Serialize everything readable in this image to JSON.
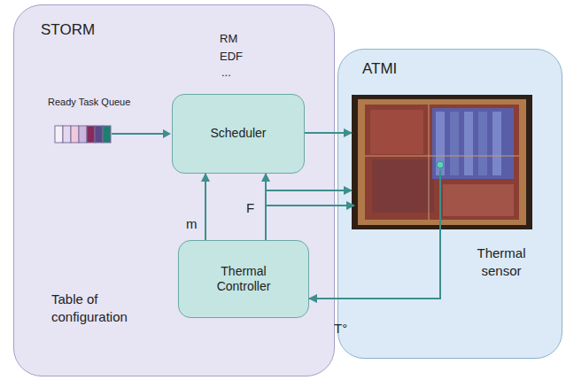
{
  "diagram": {
    "nodes": [
      {
        "text": [
          "STORM"
        ]
      },
      {
        "text": [
          "Scheduler"
        ],
        "in": 0
      },
      {
        "text": [
          "Thermal Controller"
        ],
        "in": 0
      },
      {
        "text": [
          "ATMI"
        ]
      }
    ],
    "edges": [
      {
        "from": 2,
        "to": 1,
        "label": "m",
        "arrow": "to"
      },
      {
        "from": 2,
        "to": 1,
        "label": "F",
        "arrow": "to"
      },
      {
        "from": 1,
        "to": 3,
        "arrow": "to"
      },
      {
        "from": 2,
        "to": 3,
        "arrow": "to"
      },
      {
        "from": 2,
        "to": 3,
        "arrow": "to"
      },
      {
        "from": 3,
        "to": 2,
        "label": "T°",
        "arrow": "to"
      }
    ],
    "labels": [
      "RM",
      "EDF",
      "...",
      "Ready Task Queue",
      "Table of configuration",
      "Thermal sensor"
    ]
  }
}
